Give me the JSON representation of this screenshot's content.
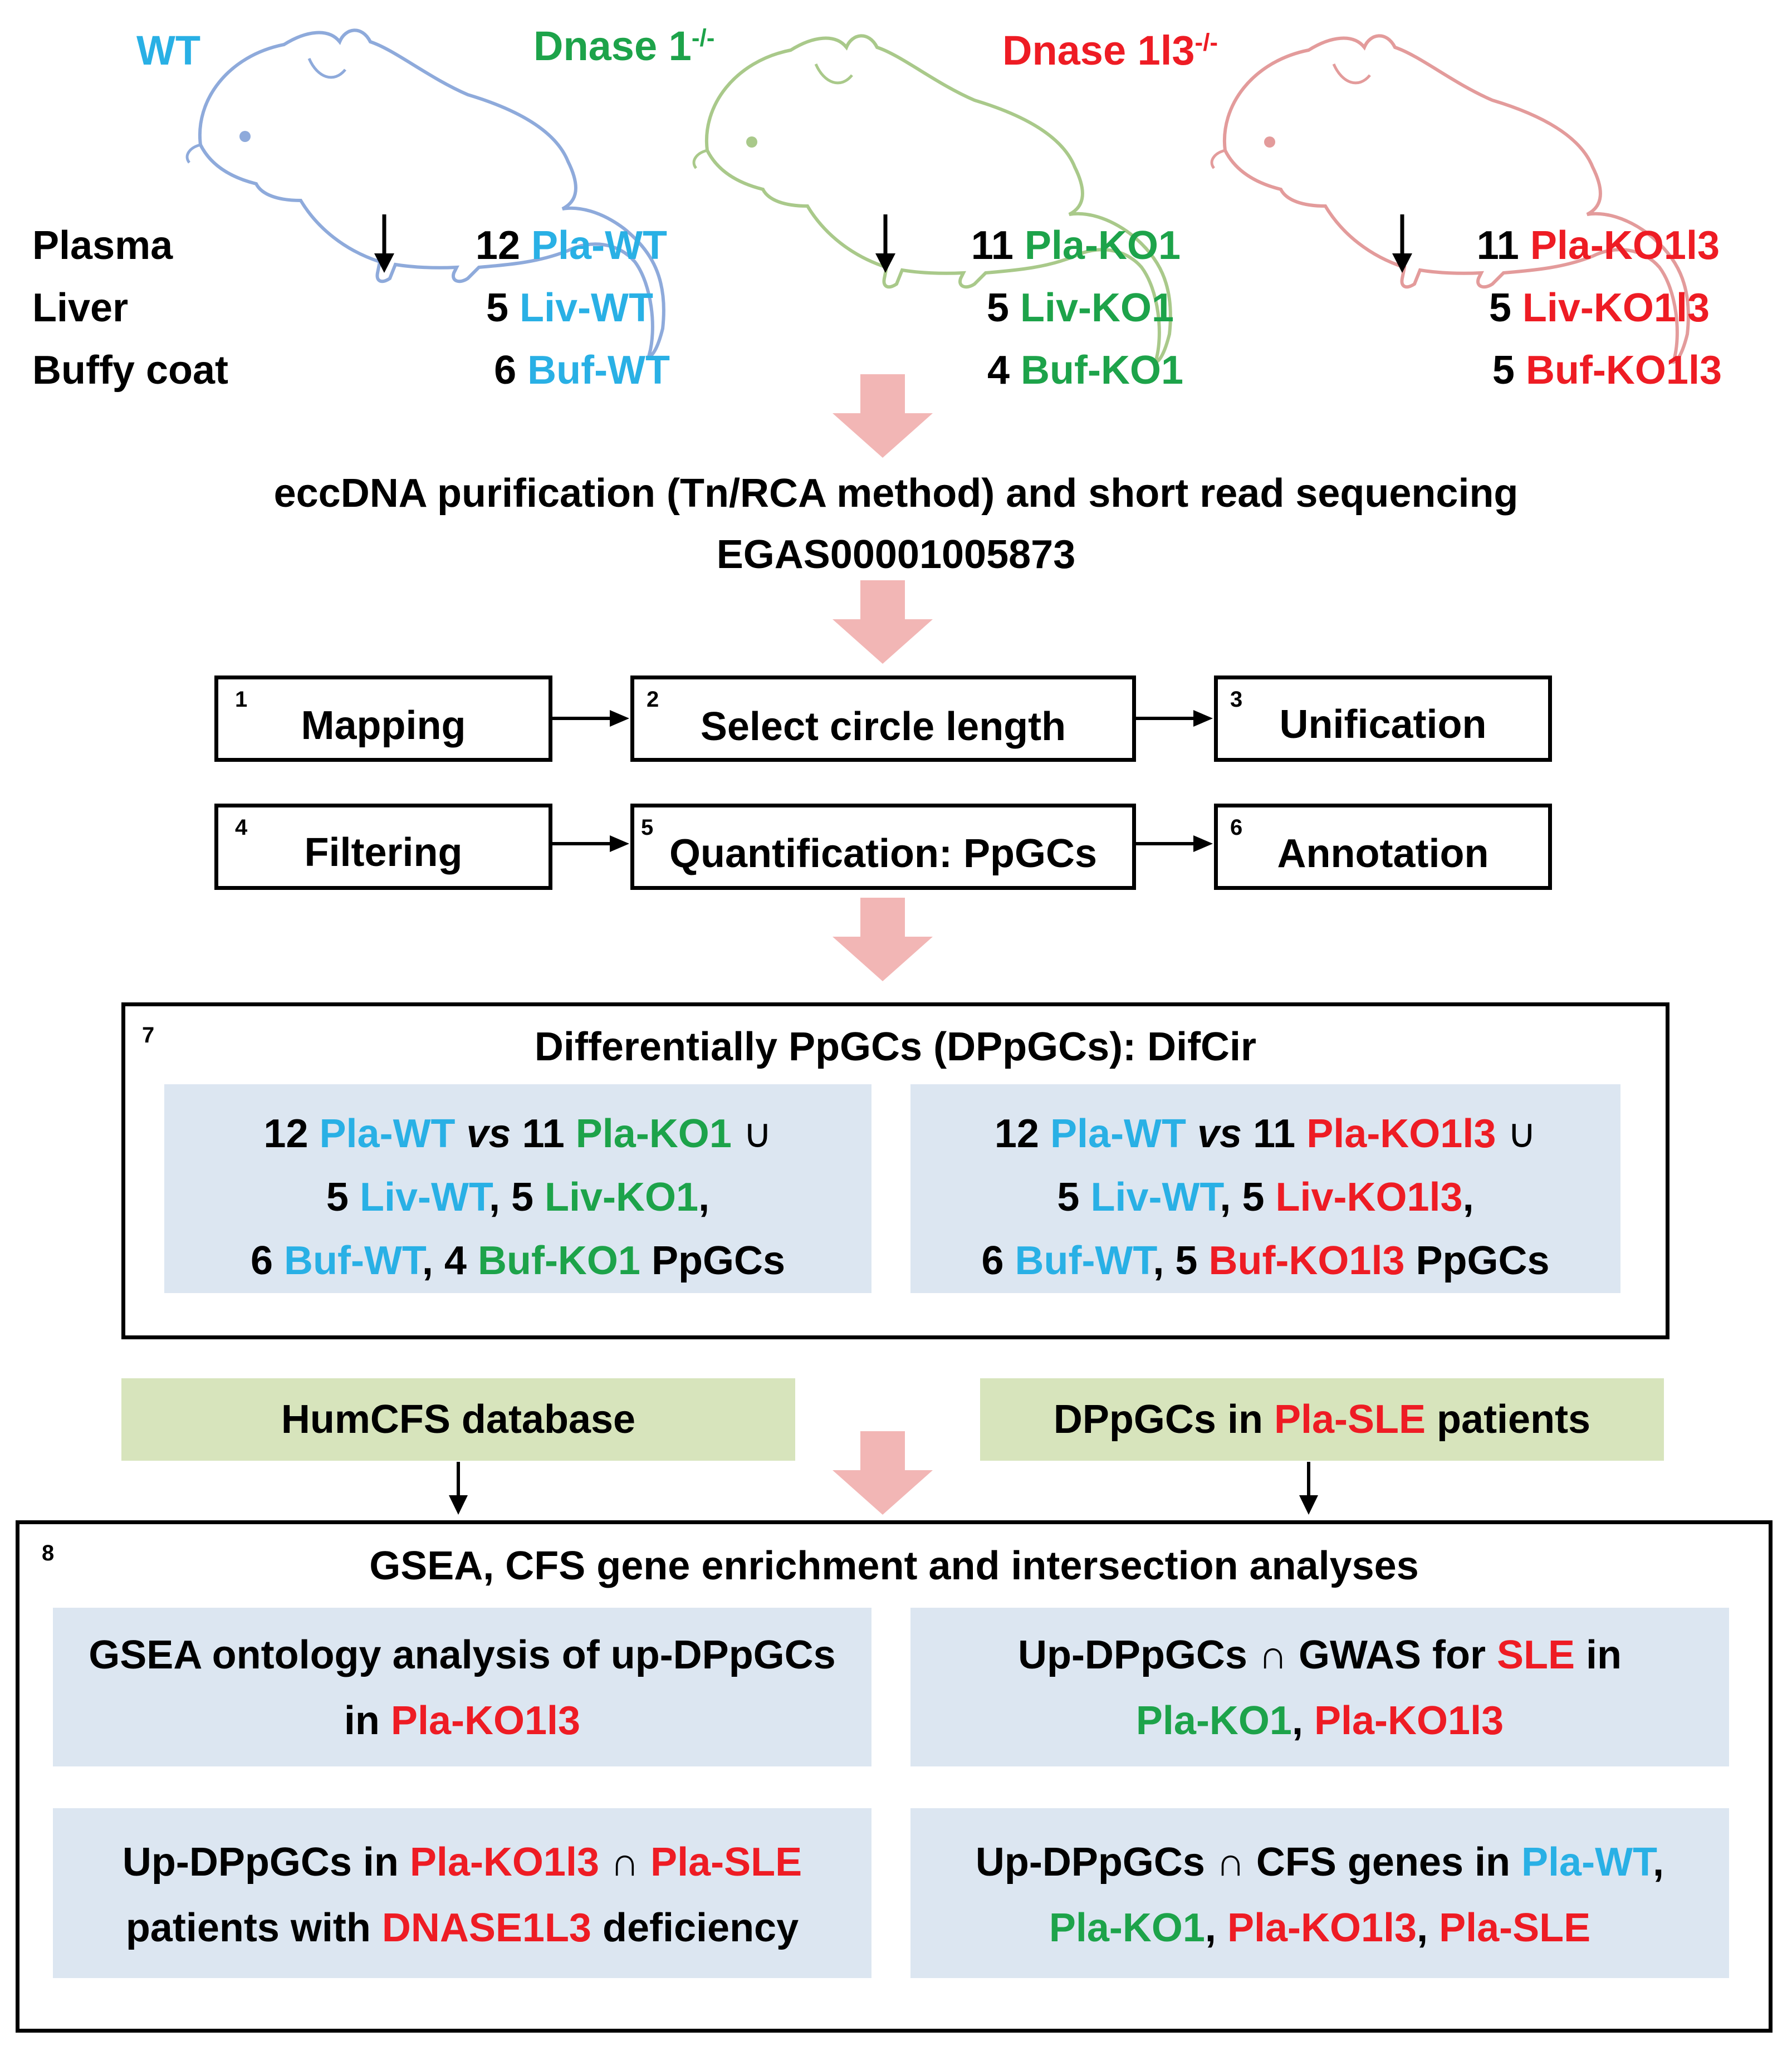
{
  "mice": {
    "wt_label": "WT",
    "ko1_label": "Dnase 1",
    "ko1_sup": "-/-",
    "ko1l3_label": "Dnase 1l3",
    "ko1l3_sup": "-/-",
    "colors": {
      "wt": "#29b0e5",
      "ko1": "#1da34a",
      "ko1l3": "#ee1c24"
    }
  },
  "tissues": [
    "Plasma",
    "Liver",
    "Buffy coat"
  ],
  "samples": {
    "wt": [
      [
        "12",
        "Pla-WT"
      ],
      [
        "5",
        "Liv-WT"
      ],
      [
        "6",
        "Buf-WT"
      ]
    ],
    "ko1": [
      [
        "11",
        "Pla-KO1"
      ],
      [
        "5",
        "Liv-KO1"
      ],
      [
        "4",
        "Buf-KO1"
      ]
    ],
    "ko1l3": [
      [
        "11",
        "Pla-KO1l3"
      ],
      [
        "5",
        "Liv-KO1l3"
      ],
      [
        "5",
        "Buf-KO1l3"
      ]
    ]
  },
  "purification": {
    "line1": "eccDNA purification (Tn/RCA method) and short read sequencing",
    "line2": "EGAS00001005873"
  },
  "steps": [
    {
      "num": "1",
      "label": "Mapping"
    },
    {
      "num": "2",
      "label": "Select circle length"
    },
    {
      "num": "3",
      "label": "Unification"
    },
    {
      "num": "4",
      "label": "Filtering"
    },
    {
      "num": "5",
      "label": "Quantification: PpGCs"
    },
    {
      "num": "6",
      "label": "Annotation"
    }
  ],
  "step7": {
    "num": "7",
    "title": "Differentially PpGCs (DPpGCs): DifCir",
    "vs": "vs",
    "union": "∪",
    "ppgcs": "PpGCs"
  },
  "inputs": {
    "humcfs": "HumCFS database",
    "sle_pre": "DPpGCs in",
    "sle_red": "Pla-SLE",
    "sle_post": "patients"
  },
  "step8": {
    "num": "8",
    "title": "GSEA, CFS gene enrichment and intersection analyses",
    "panel_a_line1": "GSEA ontology analysis of up-DPpGCs",
    "panel_a_in": "in",
    "panel_a_red": "Pla-KO1l3",
    "panel_b_pre": "Up-DPpGCs ∩ GWAS for",
    "panel_b_red": "SLE",
    "panel_b_in": "in",
    "panel_b_green": "Pla-KO1",
    "panel_b_red2": "Pla-KO1l3",
    "panel_c_pre": "Up-DPpGCs in",
    "panel_c_red1": "Pla-KO1l3",
    "panel_c_cap": "∩",
    "panel_c_red2": "Pla-SLE",
    "panel_c_line2_pre": "patients with",
    "panel_c_line2_red": "DNASE1L3",
    "panel_c_line2_post": "deficiency",
    "panel_d_line1": "Up-DPpGCs ∩ CFS genes in",
    "panel_d_blue": "Pla-WT",
    "panel_d_green": "Pla-KO1",
    "panel_d_red1": "Pla-KO1l3",
    "panel_d_red2": "Pla-SLE"
  }
}
